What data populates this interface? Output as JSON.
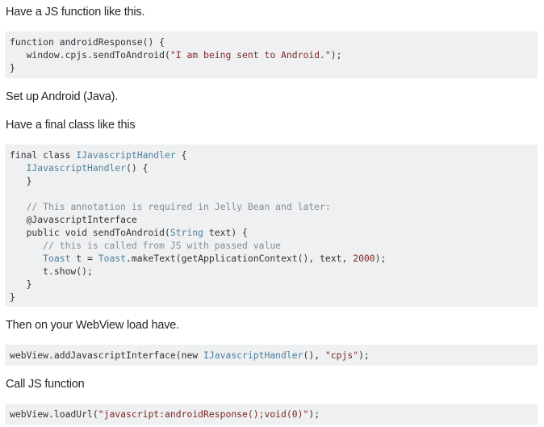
{
  "content": {
    "paragraphs": [
      "Have a JS function like this.",
      "Set up Android (Java).",
      "Have a final class like this",
      "Then on your WebView load have.",
      "Call JS function"
    ],
    "code_blocks": [
      {
        "language": "javascript",
        "lines": [
          [
            {
              "t": "plain",
              "v": "function androidResponse() {"
            }
          ],
          [
            {
              "t": "plain",
              "v": "   window.cpjs.sendToAndroid("
            },
            {
              "t": "str",
              "v": "\"I am being sent to Android.\""
            },
            {
              "t": "plain",
              "v": ");"
            }
          ],
          [
            {
              "t": "plain",
              "v": "}"
            }
          ]
        ]
      },
      {
        "language": "java",
        "lines": [
          [
            {
              "t": "plain",
              "v": "final class "
            },
            {
              "t": "type",
              "v": "IJavascriptHandler"
            },
            {
              "t": "plain",
              "v": " {"
            }
          ],
          [
            {
              "t": "plain",
              "v": "   "
            },
            {
              "t": "type",
              "v": "IJavascriptHandler"
            },
            {
              "t": "plain",
              "v": "() {"
            }
          ],
          [
            {
              "t": "plain",
              "v": "   }"
            }
          ],
          [
            {
              "t": "plain",
              "v": ""
            }
          ],
          [
            {
              "t": "plain",
              "v": "   "
            },
            {
              "t": "com",
              "v": "// This annotation is required in Jelly Bean and later:"
            }
          ],
          [
            {
              "t": "plain",
              "v": "   "
            },
            {
              "t": "ann",
              "v": "@JavascriptInterface"
            }
          ],
          [
            {
              "t": "plain",
              "v": "   public void sendToAndroid("
            },
            {
              "t": "type",
              "v": "String"
            },
            {
              "t": "plain",
              "v": " text) {"
            }
          ],
          [
            {
              "t": "plain",
              "v": "      "
            },
            {
              "t": "com",
              "v": "// this is called from JS with passed value"
            }
          ],
          [
            {
              "t": "plain",
              "v": "      "
            },
            {
              "t": "type",
              "v": "Toast"
            },
            {
              "t": "plain",
              "v": " t = "
            },
            {
              "t": "type",
              "v": "Toast"
            },
            {
              "t": "plain",
              "v": ".makeText(getApplicationContext(), text, "
            },
            {
              "t": "num",
              "v": "2000"
            },
            {
              "t": "plain",
              "v": ");"
            }
          ],
          [
            {
              "t": "plain",
              "v": "      t.show();"
            }
          ],
          [
            {
              "t": "plain",
              "v": "   }"
            }
          ],
          [
            {
              "t": "plain",
              "v": "}"
            }
          ]
        ]
      },
      {
        "language": "java",
        "lines": [
          [
            {
              "t": "plain",
              "v": "webView.addJavascriptInterface(new "
            },
            {
              "t": "type",
              "v": "IJavascriptHandler"
            },
            {
              "t": "plain",
              "v": "(), "
            },
            {
              "t": "str",
              "v": "\"cpjs\""
            },
            {
              "t": "plain",
              "v": ");"
            }
          ]
        ]
      },
      {
        "language": "java",
        "lines": [
          [
            {
              "t": "plain",
              "v": "webView.loadUrl("
            },
            {
              "t": "str",
              "v": "\"javascript:androidResponse();void(0)\""
            },
            {
              "t": "plain",
              "v": ");"
            }
          ]
        ]
      }
    ]
  },
  "colors": {
    "text": "#242729",
    "code_background": "#eff0f1",
    "code_plain": "#303336",
    "code_type": "#4a7f9e",
    "code_string": "#7d2727",
    "code_number": "#7d2727",
    "code_comment": "#858c93"
  }
}
